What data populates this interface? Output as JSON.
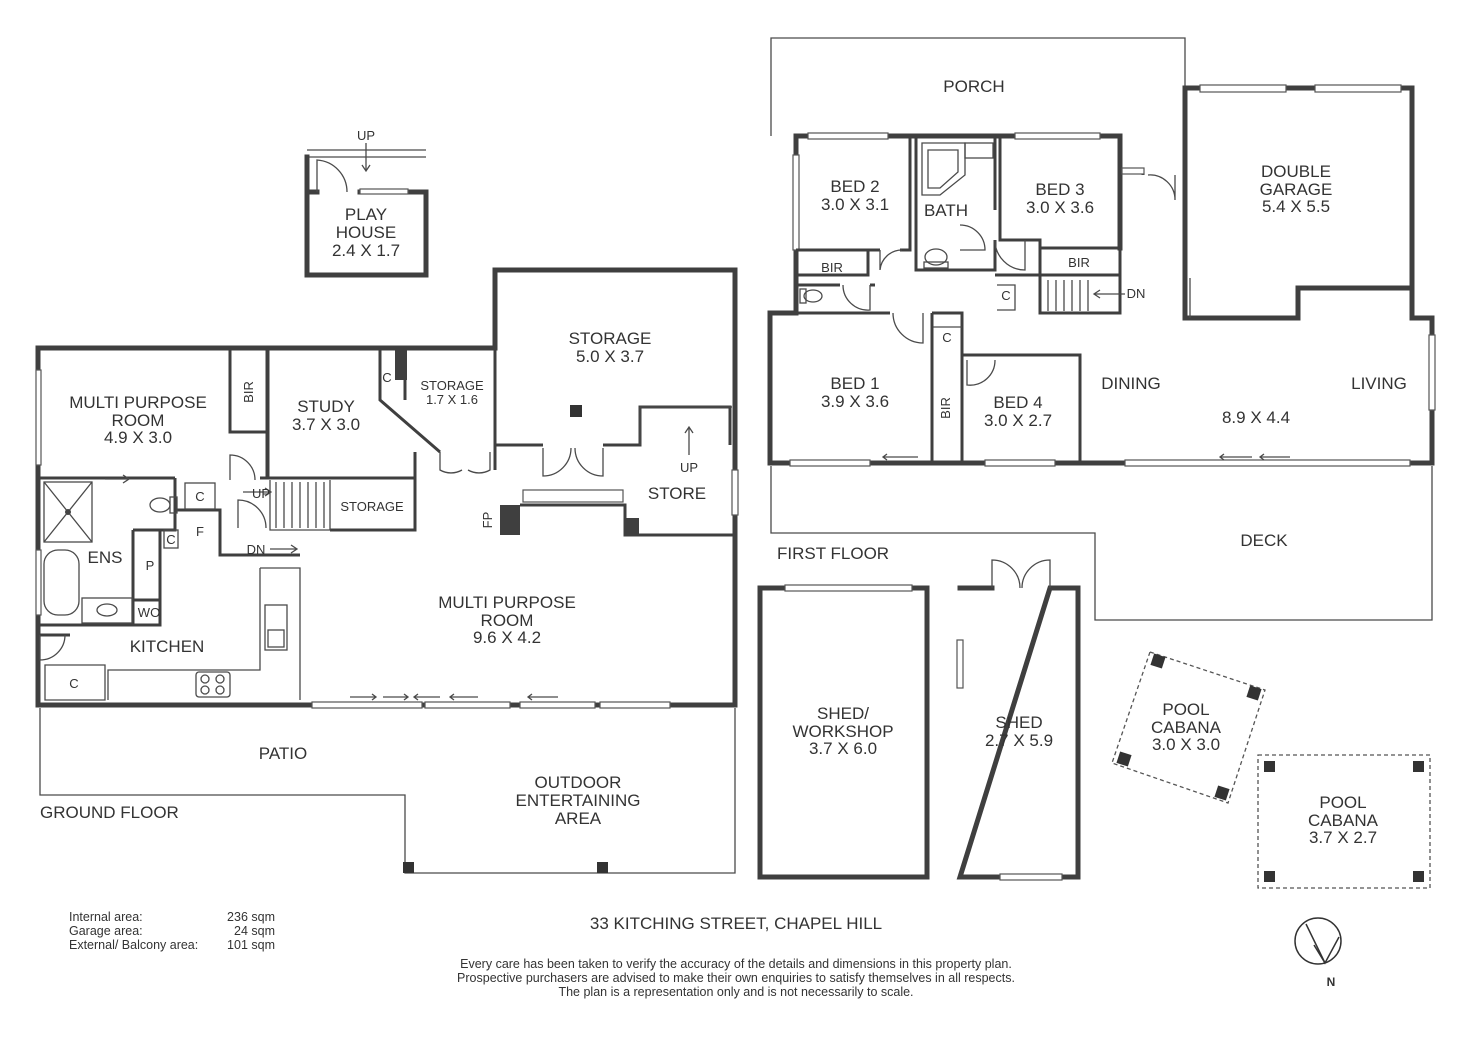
{
  "address": "33 KITCHING STREET, CHAPEL HILL",
  "areas": [
    {
      "label": "Internal area:",
      "value": "236 sqm"
    },
    {
      "label": "Garage area:",
      "value": "24 sqm"
    },
    {
      "label": "External/ Balcony area:",
      "value": "101 sqm"
    }
  ],
  "disclaimer": [
    "Every care has been taken to verify the accuracy of the details and dimensions in this property plan.",
    "Prospective purchasers are advised to make their own enquiries to satisfy themselves in all respects.",
    "The plan is a representation only and is not necessarily to scale."
  ],
  "north_label": "N",
  "floors": {
    "ground": "GROUND FLOOR",
    "first": "FIRST FLOOR"
  },
  "rooms": {
    "playhouse": {
      "name": [
        "PLAY",
        "HOUSE"
      ],
      "dims": "2.4 X 1.7",
      "stair": "UP"
    },
    "mpr_small": {
      "name": [
        "MULTI PURPOSE",
        "ROOM"
      ],
      "dims": "4.9 X 3.0"
    },
    "study": {
      "name": "STUDY",
      "dims": "3.7 X 3.0"
    },
    "storage_small": {
      "name": "STORAGE",
      "dims": "1.7 X 1.6"
    },
    "storage_large": {
      "name": "STORAGE",
      "dims": "5.0 X 3.7"
    },
    "storage_under": {
      "name": "STORAGE"
    },
    "store": {
      "name": "STORE",
      "stair": "UP"
    },
    "ens": {
      "name": "ENS"
    },
    "kitchen": {
      "name": "KITCHEN"
    },
    "mpr_large": {
      "name": [
        "MULTI PURPOSE",
        "ROOM"
      ],
      "dims": "9.6 X 4.2"
    },
    "patio": {
      "name": "PATIO"
    },
    "outdoor": {
      "name": [
        "OUTDOOR",
        "ENTERTAINING",
        "AREA"
      ]
    },
    "porch": {
      "name": "PORCH"
    },
    "bed1": {
      "name": "BED 1",
      "dims": "3.9 X 3.6"
    },
    "bed2": {
      "name": "BED 2",
      "dims": "3.0 X 3.1"
    },
    "bed3": {
      "name": "BED 3",
      "dims": "3.0 X 3.6"
    },
    "bed4": {
      "name": "BED 4",
      "dims": "3.0 X 2.7"
    },
    "bath": {
      "name": "BATH"
    },
    "garage": {
      "name": [
        "DOUBLE",
        "GARAGE"
      ],
      "dims": "5.4 X 5.5"
    },
    "dining": {
      "name": "DINING"
    },
    "living": {
      "name": "LIVING",
      "dims": "8.9 X 4.4"
    },
    "deck": {
      "name": "DECK"
    },
    "shed_workshop": {
      "name": [
        "SHED/",
        "WORKSHOP"
      ],
      "dims": "3.7 X 6.0"
    },
    "shed": {
      "name": "SHED",
      "dims": "2.7 X 5.9"
    },
    "cabana1": {
      "name": [
        "POOL",
        "CABANA"
      ],
      "dims": "3.0 X 3.0"
    },
    "cabana2": {
      "name": [
        "POOL",
        "CABANA"
      ],
      "dims": "3.7 X 2.7"
    }
  },
  "small_labels": {
    "bir": "BIR",
    "c": "C",
    "f": "F",
    "p": "P",
    "wo": "WO",
    "fp": "FP",
    "up": "UP",
    "dn": "DN"
  }
}
